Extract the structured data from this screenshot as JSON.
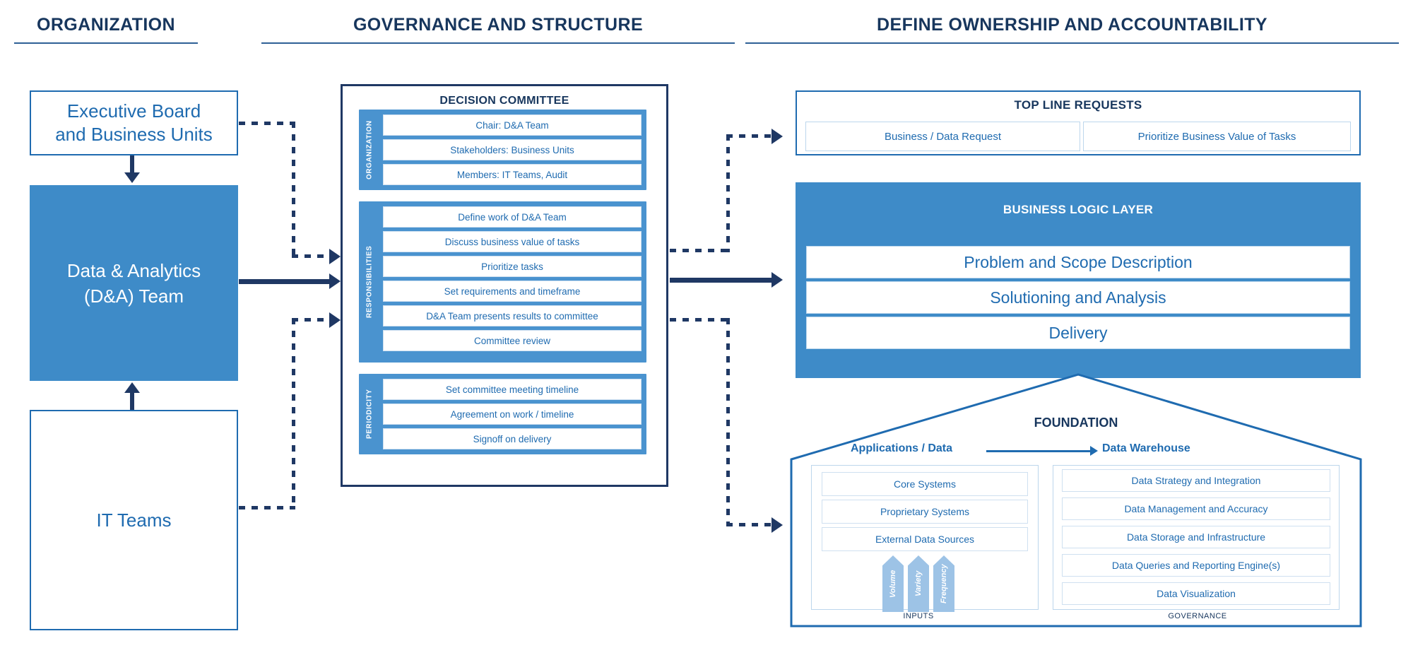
{
  "columns": [
    {
      "title": "ORGANIZATION"
    },
    {
      "title": "GOVERNANCE AND STRUCTURE"
    },
    {
      "title": "DEFINE OWNERSHIP AND ACCOUNTABILITY"
    }
  ],
  "organization": {
    "executive_board": "Executive Board\nand Business Units",
    "executive_board_line1": "Executive Board",
    "executive_board_line2": "and Business Units",
    "da_team_line1": "Data & Analytics",
    "da_team_line2": "(D&A) Team",
    "it_teams": "IT Teams"
  },
  "committee": {
    "title": "DECISION COMMITTEE",
    "groups": [
      {
        "label": "ORGANIZATION",
        "rows": [
          "Chair: D&A Team",
          "Stakeholders: Business Units",
          "Members: IT Teams, Audit"
        ]
      },
      {
        "label": "RESPONSIBILITIES",
        "rows": [
          "Define work of D&A Team",
          "Discuss business value of tasks",
          "Prioritize tasks",
          "Set requirements and timeframe",
          "D&A Team presents results to committee",
          "Committee review"
        ]
      },
      {
        "label": "PERIODICITY",
        "rows": [
          "Set committee meeting timeline",
          "Agreement on work / timeline",
          "Signoff on delivery"
        ]
      }
    ]
  },
  "top_line_requests": {
    "title": "TOP LINE REQUESTS",
    "items": [
      "Business / Data Request",
      "Prioritize Business Value of Tasks"
    ]
  },
  "business_logic_layer": {
    "title": "BUSINESS LOGIC LAYER",
    "items": [
      "Problem and Scope Description",
      "Solutioning and Analysis",
      "Delivery"
    ]
  },
  "foundation": {
    "title": "FOUNDATION",
    "left_heading": "Applications / Data",
    "right_heading": "Data Warehouse",
    "left_items": [
      "Core Systems",
      "Proprietary Systems",
      "External Data Sources"
    ],
    "right_items": [
      "Data Strategy and Integration",
      "Data Management and Accuracy",
      "Data Storage and Infrastructure",
      "Data Queries and Reporting Engine(s)",
      "Data Visualization"
    ],
    "input_arrows": [
      "Volume",
      "Variety",
      "Frequency"
    ],
    "inputs_caption": "INPUTS",
    "governance_caption": "GOVERNANCE"
  },
  "colors": {
    "navy": "#17365d",
    "dark_navy_line": "#1f3864",
    "primary_blue": "#1f6bb0",
    "fill_blue": "#3e8bc8",
    "band_blue": "#4a93cf",
    "light_blue": "#9dc3e6",
    "pale_border": "#bcd6ec"
  }
}
